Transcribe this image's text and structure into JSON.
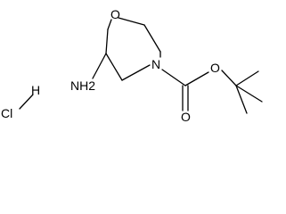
{
  "molecule": {
    "atoms": {
      "ring_oxygen": "O",
      "ring_nitrogen": "N",
      "amine": "NH2",
      "carbonyl_oxygen": "O",
      "ester_oxygen": "O",
      "salt_chlorine": "Cl",
      "salt_hydrogen": "H"
    }
  }
}
